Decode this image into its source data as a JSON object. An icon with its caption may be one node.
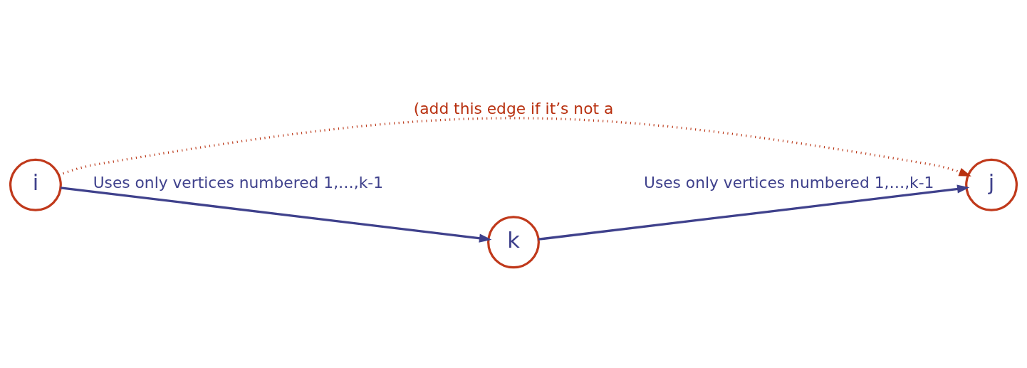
{
  "diagram": {
    "nodes": [
      {
        "text": [
          "i"
        ]
      },
      {
        "text": [
          "j"
        ]
      },
      {
        "text": [
          "k"
        ]
      }
    ],
    "edges": [
      {
        "from": 0,
        "to": 1,
        "arrow": "to",
        "style": "dashed",
        "color": "#b8300f",
        "label": "(add this edge if it’s not a"
      },
      {
        "from": 0,
        "to": 2,
        "arrow": "to",
        "label": "Uses only vertices numbered 1,…,k-1"
      },
      {
        "from": 2,
        "to": 1,
        "arrow": "to",
        "label": "Uses only vertices numbered 1,…,k-1"
      }
    ]
  }
}
